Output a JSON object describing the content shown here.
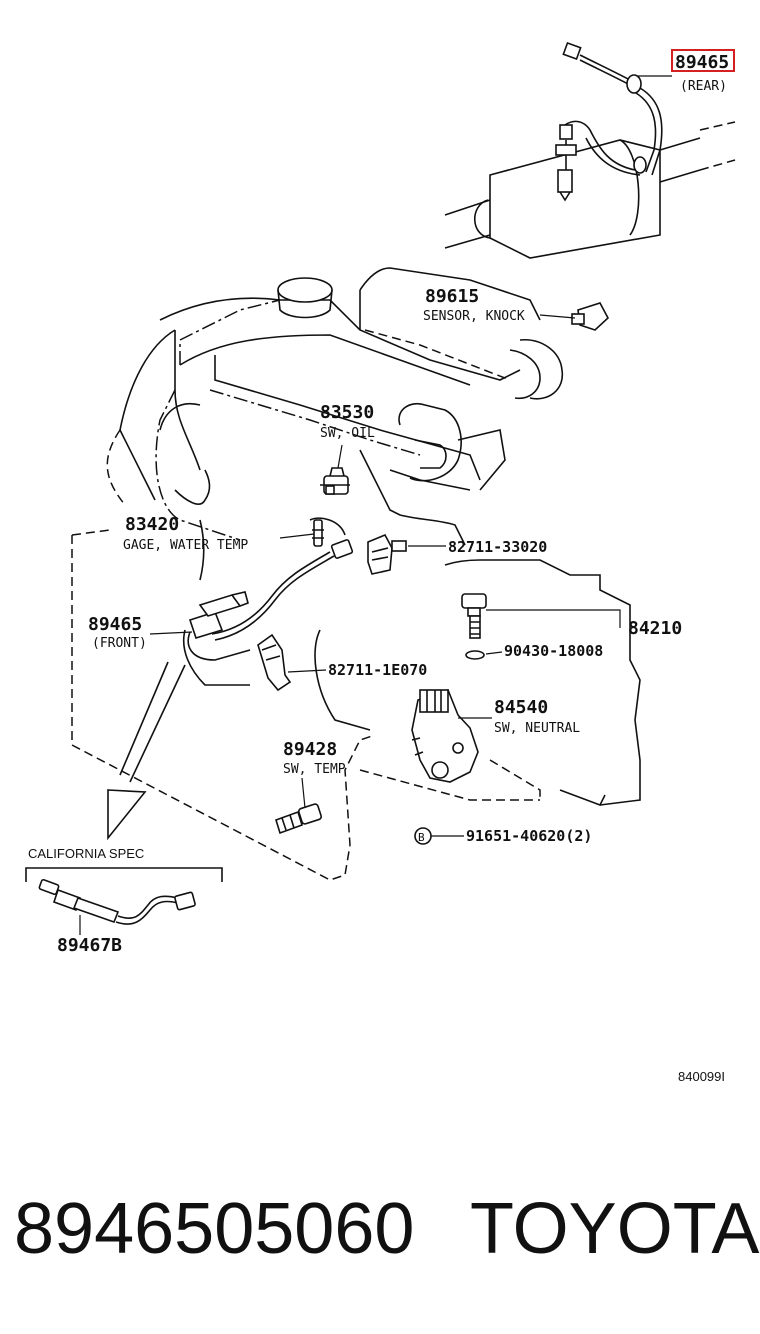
{
  "diagram": {
    "labels": {
      "rear_num": "89465",
      "rear_desc": "(REAR)",
      "knock_num": "89615",
      "knock_desc": "SENSOR, KNOCK",
      "oil_num": "83530",
      "oil_desc": "SW, OIL",
      "water_num": "83420",
      "water_desc": "GAGE, WATER  TEMP",
      "clip1": "82711-33020",
      "front_num": "89465",
      "front_desc": "(FRONT)",
      "sender_num": "84210",
      "gasket": "90430-18008",
      "clip2": "82711-1E070",
      "neutral_num": "84540",
      "neutral_desc": "SW, NEUTRAL",
      "temp_num": "89428",
      "temp_desc": "SW, TEMP",
      "bolt_mark": "B",
      "bolt": "91651-40620(2)",
      "california": "CALIFORNIA SPEC",
      "calif_num": "89467B",
      "ref_code": "840099I"
    },
    "highlight_color": "#d42020"
  },
  "footer": {
    "part_number": "8946505060",
    "brand": "TOYOTA"
  }
}
